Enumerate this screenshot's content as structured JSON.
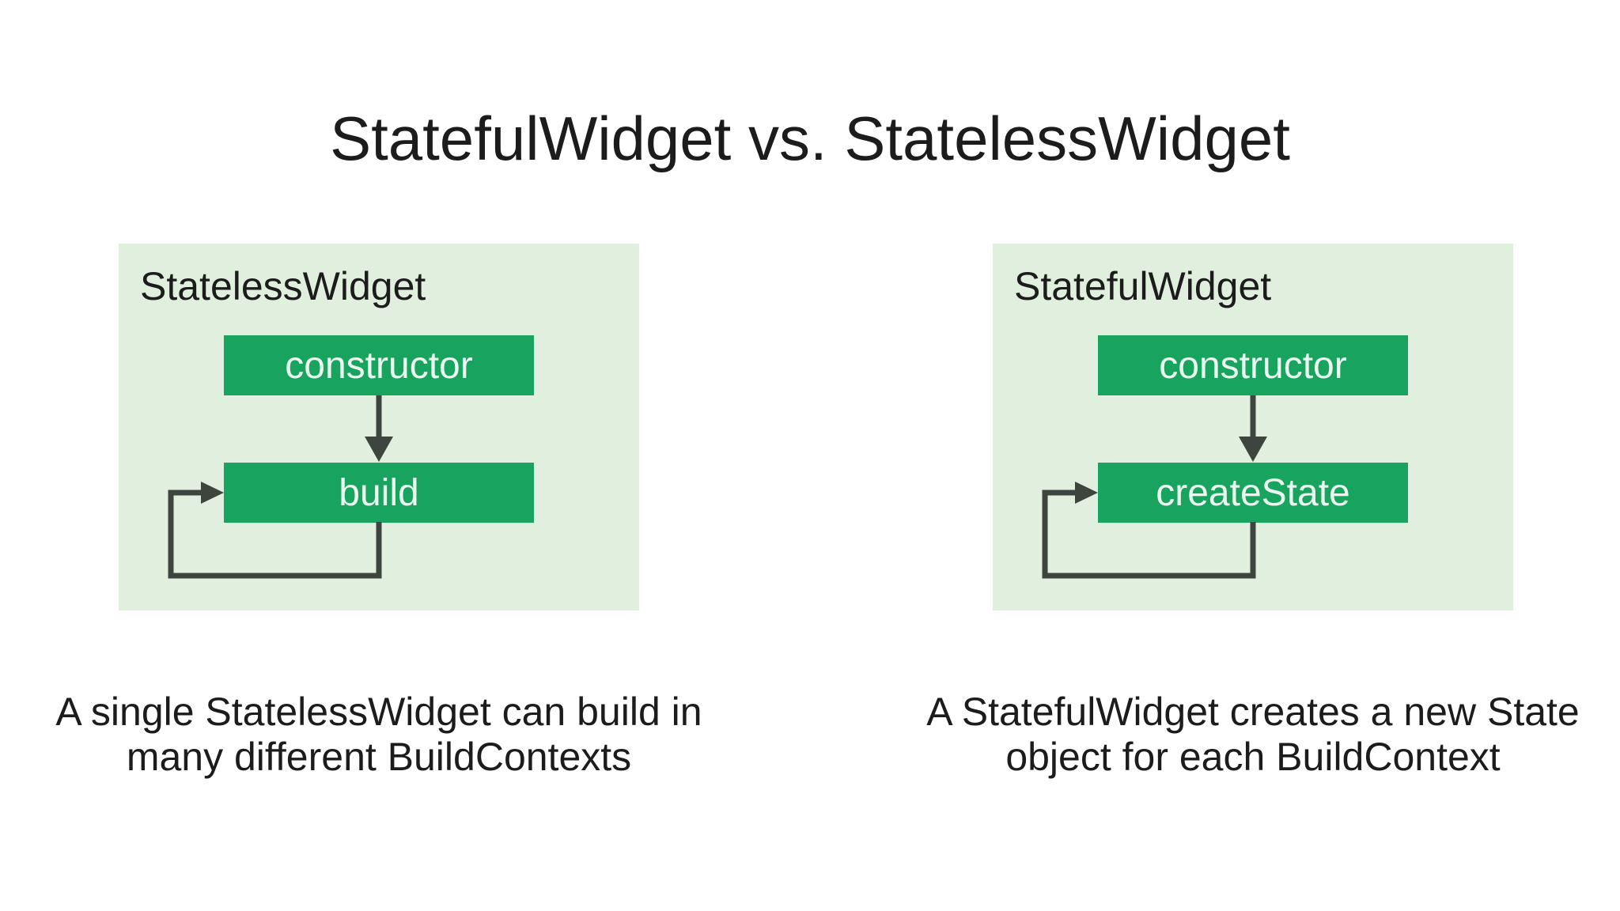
{
  "title": "StatefulWidget vs. StatelessWidget",
  "colors": {
    "page_bg": "#ffffff",
    "panel_bg": "#e0efde",
    "box_green": "#18a45e",
    "arrow": "#3d453e",
    "heading_text": "#1c1c1c",
    "box_text": "#eaf8ef"
  },
  "panels": [
    {
      "label": "StatelessWidget",
      "box1": "constructor",
      "box2": "build",
      "caption_line1": "A single StatelessWidget can build in",
      "caption_line2": "many different BuildContexts"
    },
    {
      "label": "StatefulWidget",
      "box1": "constructor",
      "box2": "createState",
      "caption_line1": "A StatefulWidget creates a new State",
      "caption_line2": "object for each BuildContext"
    }
  ]
}
